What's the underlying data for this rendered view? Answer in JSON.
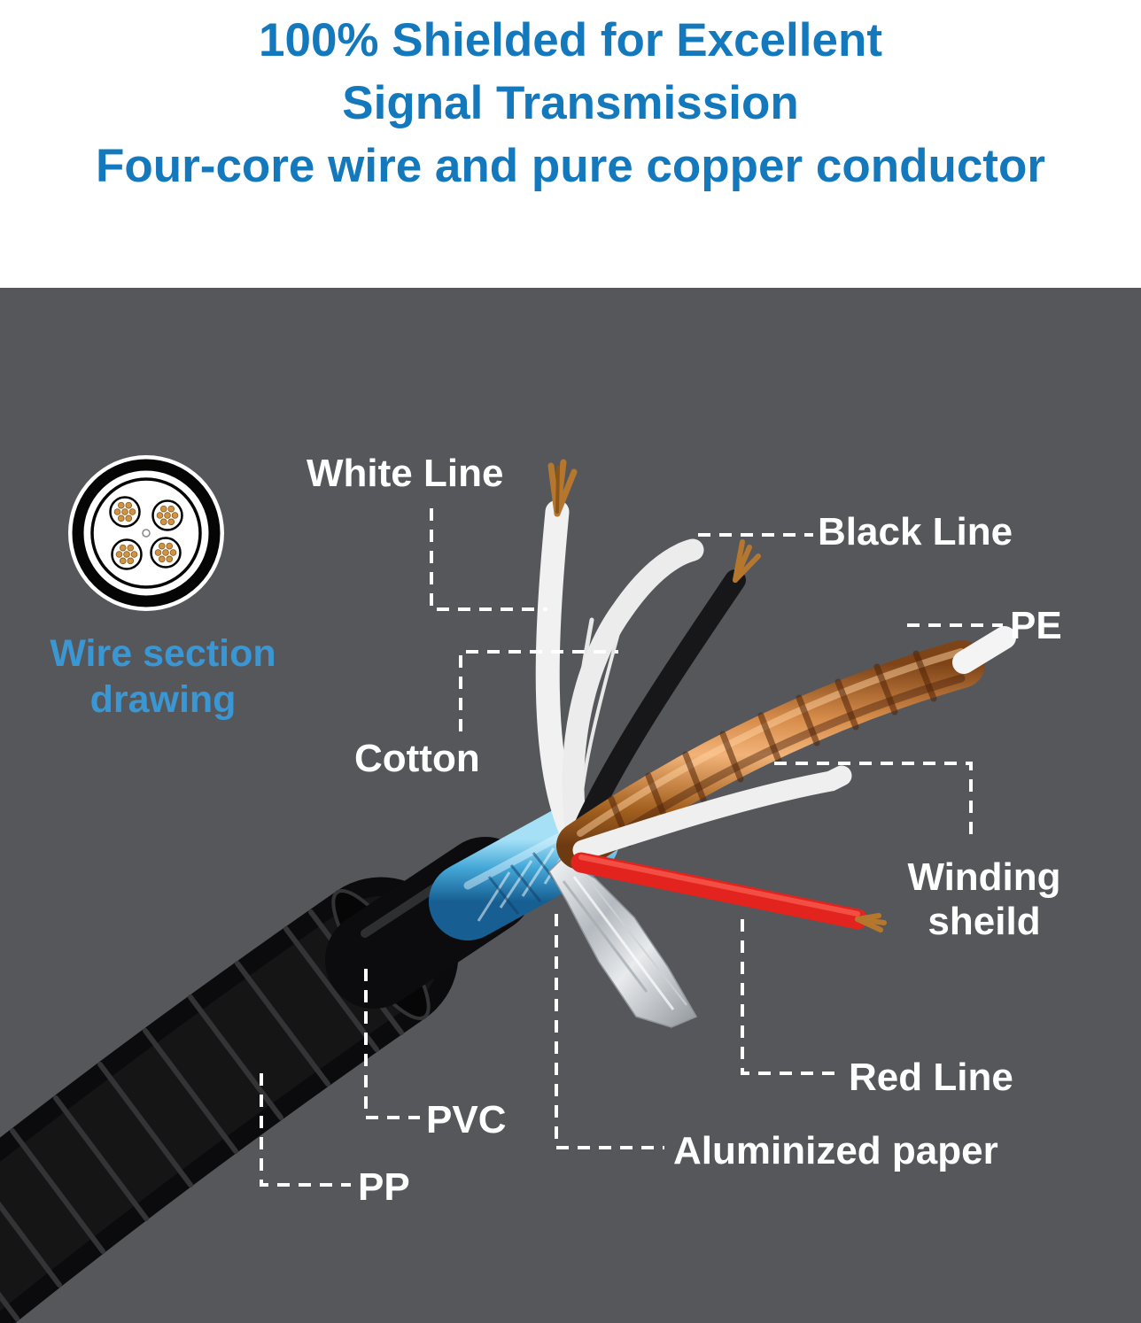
{
  "header": {
    "title_line1": "100% Shielded for Excellent",
    "title_line2": "Signal Transmission",
    "title_line3": "Four-core wire and pure copper conductor",
    "title_color": "#1478bd"
  },
  "panel": {
    "background_color": "#56575a",
    "caption": {
      "line1": "Wire section",
      "line2": "drawing",
      "color": "#3b97d3"
    },
    "labels": {
      "white_line": "White Line",
      "black_line": "Black Line",
      "pe": "PE",
      "cotton": "Cotton",
      "winding_shield_line1": "Winding",
      "winding_shield_line2": "sheild",
      "red_line": "Red Line",
      "aluminized_paper": "Aluminized paper",
      "pvc": "PVC",
      "pp": "PP"
    },
    "part_colors": {
      "copper": "#c98645",
      "white_wire": "#f0f0f0",
      "black_wire": "#17171a",
      "red_wire": "#e2231e",
      "blue_shield": "#4aa9d8",
      "silver_foil": "#c9ced2",
      "jacket": "#0c0c0e",
      "leader_line": "#ffffff"
    }
  }
}
